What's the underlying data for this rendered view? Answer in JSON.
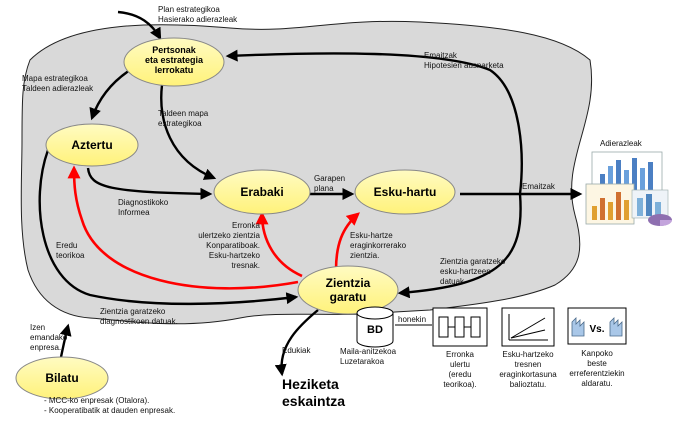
{
  "colors": {
    "node_fill": "#fff79a",
    "region_fill": "#d9d9d9",
    "arrow_red": "#ff0000",
    "arrow_black": "#000000"
  },
  "nodes": {
    "pertsonak": [
      "Pertsonak",
      "eta estrategia",
      "lerrokatu"
    ],
    "aztertu": "Aztertu",
    "erabaki": "Erabaki",
    "eskuhartu": "Esku-hartu",
    "zientzia": [
      "Zientzia",
      "garatu"
    ],
    "bilatu": "Bilatu",
    "heziketa": [
      "Heziketa",
      "eskaintza"
    ],
    "bd": "BD"
  },
  "labels": {
    "plan": [
      "Plan estrategikoa",
      "Hasierako adierazleak"
    ],
    "mapa_est": [
      "Mapa estrategikoa",
      "Taldeen adierazleak"
    ],
    "taldeen_mapa": [
      "Taldeen mapa",
      "estrategikoa"
    ],
    "emaitzak_hip": [
      "Emaitzak",
      "Hipotesien ausnarketa"
    ],
    "diagnostikoa": [
      "Diagnostikoko",
      "Informea"
    ],
    "garapen": [
      "Garapen",
      "plana"
    ],
    "emaitzak": "Emaitzak",
    "adierazleak": "Adierazleak",
    "erronka": [
      "Erronka",
      "ulertzeko zientzia",
      "Konparatiboak.",
      "Esku-hartzeko",
      "tresnak."
    ],
    "eskuhartze_erag": [
      "Esku-hartze",
      "eraginkorrerako",
      "zientzia."
    ],
    "eredu": [
      "Eredu",
      "teorikoa"
    ],
    "zientzia_datuak": [
      "Zientzia garatzeko",
      "esku-hartzeen",
      "datuak"
    ],
    "diagnostikoen": [
      "Zientzia garatzeko",
      "diagnostikoen datuak."
    ],
    "izen": [
      "Izen",
      "emandako",
      "enpresa."
    ],
    "edukiak": "Edukiak",
    "maila": [
      "Maila-anitzekoa",
      "Luzetarakoa"
    ],
    "honekin": "honekin"
  },
  "tools": [
    {
      "label": [
        "Erronka",
        "ulertu",
        "(eredu",
        "teorikoa)."
      ]
    },
    {
      "label": [
        "Esku-hartzeko",
        "tresnen",
        "eraginkortasuna",
        "balioztatu."
      ]
    },
    {
      "label": [
        "Kanpoko",
        "beste",
        "erreferentziekin",
        "aldaratu."
      ],
      "icon_text": "Vs."
    }
  ],
  "bilatu_notes": [
    "- MCC-ko enpresak (Otalora).",
    "- Kooperatibatik at dauden enpresak."
  ]
}
